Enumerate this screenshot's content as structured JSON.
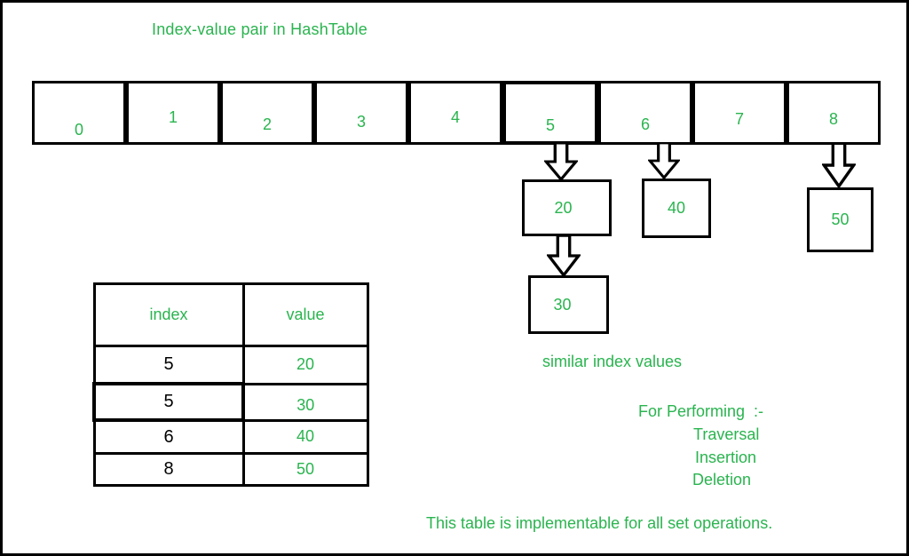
{
  "title": "Index-value pair in HashTable",
  "array": {
    "cells": [
      "0",
      "1",
      "2",
      "3",
      "4",
      "5",
      "6",
      "7",
      "8"
    ]
  },
  "boxes": {
    "v20": "20",
    "v40": "40",
    "v50": "50",
    "v30": "30"
  },
  "caption": "similar index values",
  "table": {
    "headers": [
      "index",
      "value"
    ],
    "rows": [
      [
        "5",
        "20"
      ],
      [
        "5",
        "30"
      ],
      [
        "6",
        "40"
      ],
      [
        "8",
        "50"
      ]
    ]
  },
  "notes": {
    "heading": "For Performing  :-",
    "operations": [
      "Traversal",
      "Insertion",
      "Deletion"
    ]
  },
  "footer": "This table is implementable for all set operations.",
  "colors": {
    "green": "#2ab44f",
    "line": "#000000"
  }
}
